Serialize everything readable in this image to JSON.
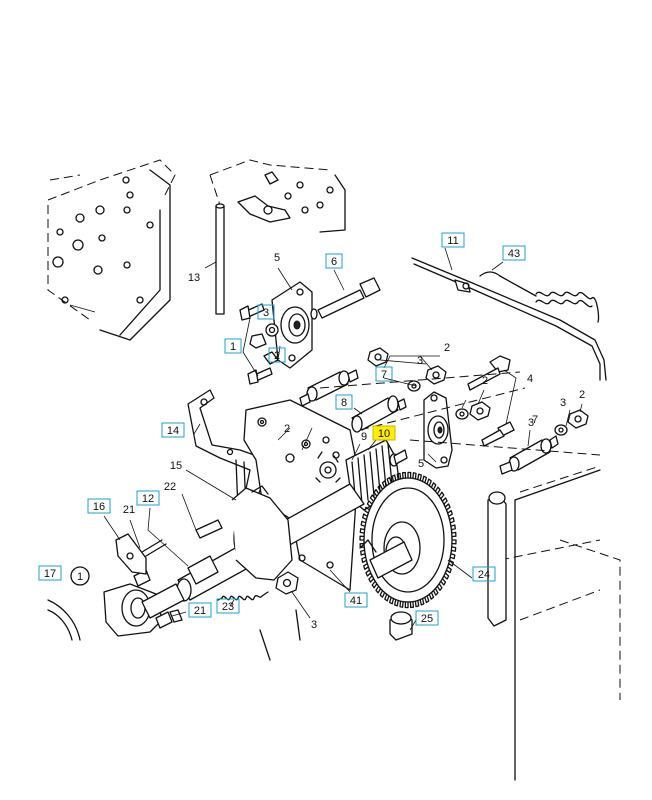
{
  "callouts": [
    {
      "id": "c13",
      "text": "13",
      "boxed": false,
      "highlight": false
    },
    {
      "id": "c5a",
      "text": "5",
      "boxed": false,
      "highlight": false
    },
    {
      "id": "c6",
      "text": "6",
      "boxed": true,
      "highlight": false
    },
    {
      "id": "c3a",
      "text": "3",
      "boxed": true,
      "highlight": false
    },
    {
      "id": "c1",
      "text": "1",
      "boxed": true,
      "highlight": false
    },
    {
      "id": "c2a",
      "text": "2",
      "boxed": true,
      "highlight": false
    },
    {
      "id": "c11",
      "text": "11",
      "boxed": true,
      "highlight": false
    },
    {
      "id": "c43",
      "text": "43",
      "boxed": true,
      "highlight": false
    },
    {
      "id": "c2b",
      "text": "2",
      "boxed": false,
      "highlight": false
    },
    {
      "id": "c3b",
      "text": "3",
      "boxed": false,
      "highlight": false
    },
    {
      "id": "c7a",
      "text": "7",
      "boxed": true,
      "highlight": false
    },
    {
      "id": "c2c",
      "text": "2",
      "boxed": false,
      "highlight": false
    },
    {
      "id": "c4",
      "text": "4",
      "boxed": false,
      "highlight": false
    },
    {
      "id": "c8",
      "text": "8",
      "boxed": true,
      "highlight": false
    },
    {
      "id": "c3c",
      "text": "3",
      "boxed": false,
      "highlight": false
    },
    {
      "id": "c10",
      "text": "10",
      "boxed": true,
      "highlight": true
    },
    {
      "id": "c7b",
      "text": "7",
      "boxed": false,
      "highlight": false
    },
    {
      "id": "c3d",
      "text": "3",
      "boxed": false,
      "highlight": false
    },
    {
      "id": "c2d",
      "text": "2",
      "boxed": false,
      "highlight": false
    },
    {
      "id": "c14",
      "text": "14",
      "boxed": true,
      "highlight": false
    },
    {
      "id": "c2e",
      "text": "2",
      "boxed": false,
      "highlight": false
    },
    {
      "id": "c9",
      "text": "9",
      "boxed": false,
      "highlight": false
    },
    {
      "id": "c5b",
      "text": "5",
      "boxed": false,
      "highlight": false
    },
    {
      "id": "c15",
      "text": "15",
      "boxed": false,
      "highlight": false
    },
    {
      "id": "c16",
      "text": "16",
      "boxed": true,
      "highlight": false
    },
    {
      "id": "c12",
      "text": "12",
      "boxed": true,
      "highlight": false
    },
    {
      "id": "c22",
      "text": "22",
      "boxed": false,
      "highlight": false
    },
    {
      "id": "c21a",
      "text": "21",
      "boxed": false,
      "highlight": false
    },
    {
      "id": "c17",
      "text": "17",
      "boxed": true,
      "highlight": false
    },
    {
      "id": "c1b",
      "text": "1",
      "boxed": false,
      "highlight": false,
      "circled": true
    },
    {
      "id": "c21b",
      "text": "21",
      "boxed": true,
      "highlight": false
    },
    {
      "id": "c23",
      "text": "23",
      "boxed": true,
      "highlight": false
    },
    {
      "id": "c3e",
      "text": "3",
      "boxed": false,
      "highlight": false
    },
    {
      "id": "c41",
      "text": "41",
      "boxed": true,
      "highlight": false
    },
    {
      "id": "c24",
      "text": "24",
      "boxed": true,
      "highlight": false
    },
    {
      "id": "c25",
      "text": "25",
      "boxed": true,
      "highlight": false
    }
  ],
  "colors": {
    "callout_box": "#1aa3c9",
    "highlight_fill": "#ffee00",
    "line": "#111111"
  }
}
